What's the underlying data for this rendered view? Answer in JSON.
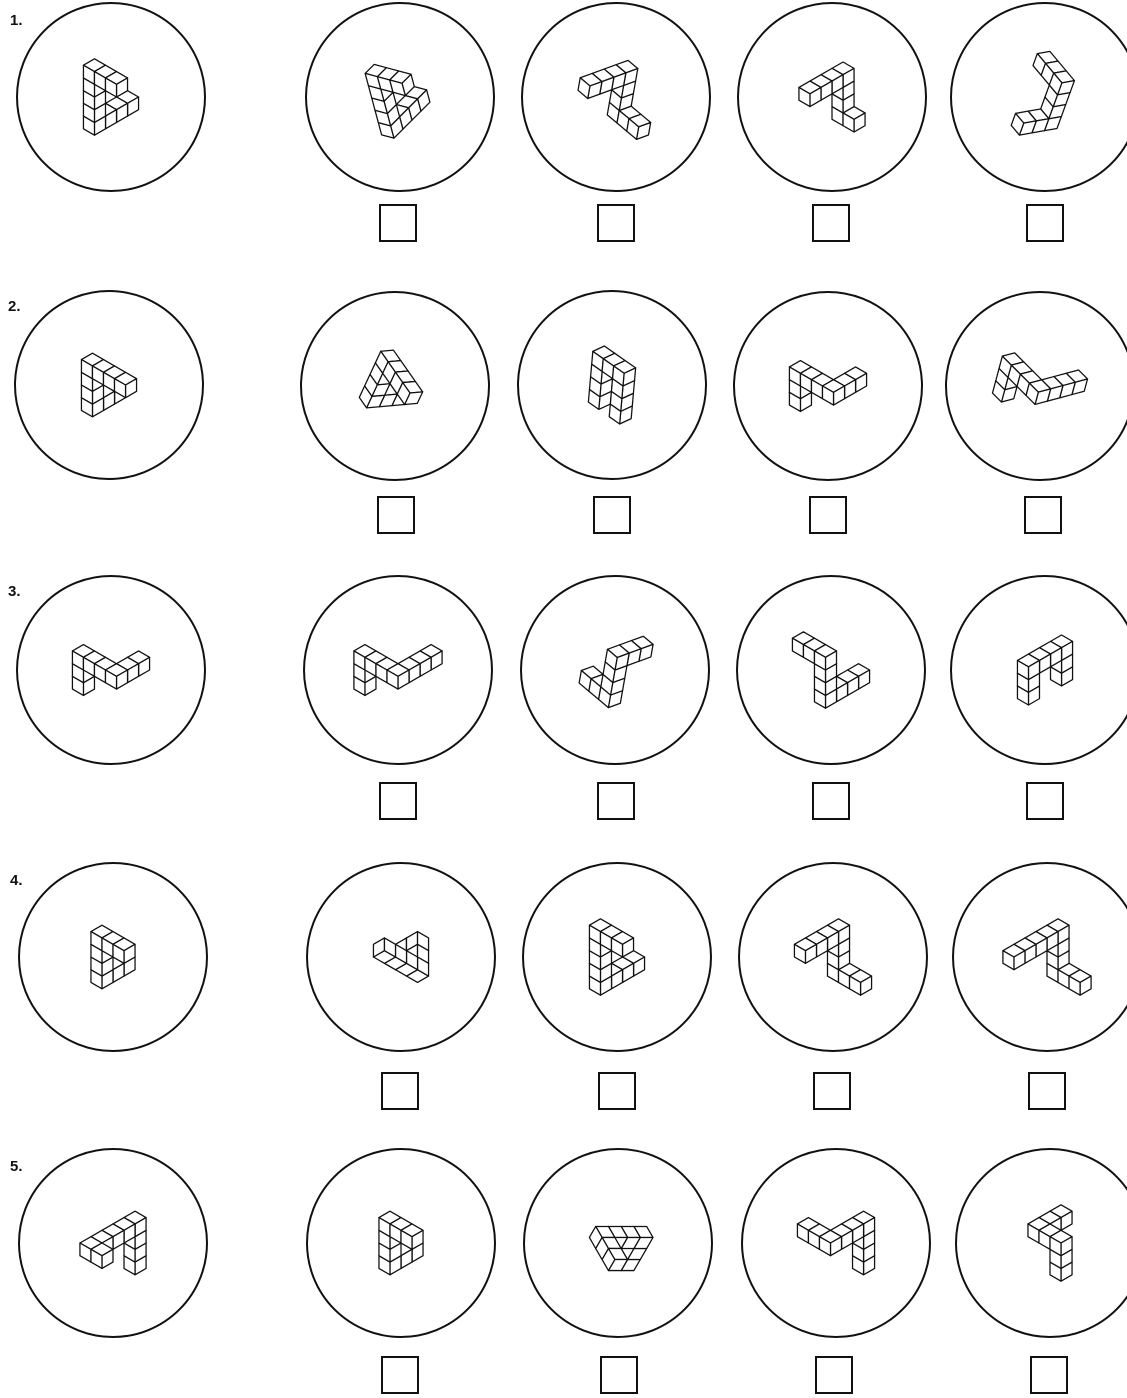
{
  "questions": [
    {
      "label": "1.",
      "options": [
        {
          "checked": false
        },
        {
          "checked": false
        },
        {
          "checked": false
        },
        {
          "checked": false
        }
      ]
    },
    {
      "label": "2.",
      "options": [
        {
          "checked": false
        },
        {
          "checked": false
        },
        {
          "checked": false
        },
        {
          "checked": false
        }
      ]
    },
    {
      "label": "3.",
      "options": [
        {
          "checked": false
        },
        {
          "checked": false
        },
        {
          "checked": false
        },
        {
          "checked": false
        }
      ]
    },
    {
      "label": "4.",
      "options": [
        {
          "checked": false
        },
        {
          "checked": false
        },
        {
          "checked": false
        },
        {
          "checked": false
        }
      ]
    },
    {
      "label": "5.",
      "options": [
        {
          "checked": false
        },
        {
          "checked": false
        },
        {
          "checked": false
        },
        {
          "checked": false
        }
      ]
    }
  ]
}
